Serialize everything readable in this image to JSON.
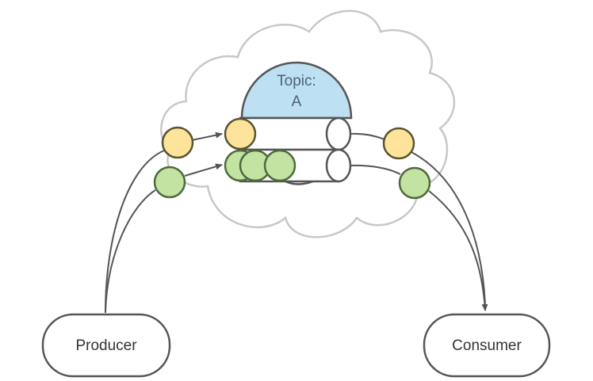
{
  "diagram": {
    "topic": {
      "line1": "Topic:",
      "line2": "A",
      "fill": "#bde0f3",
      "text_color": "#4e6273"
    },
    "producer": {
      "label": "Producer"
    },
    "consumer": {
      "label": "Consumer"
    },
    "colors": {
      "stroke": "#555555",
      "cloud_stroke": "#c8c8c8",
      "message_yellow": "#fde49a",
      "message_yellow_stroke": "#5a5431",
      "message_green": "#c2e3a2",
      "message_green_stroke": "#4e6a3c",
      "partition_fill": "#ffffff"
    },
    "partitions": [
      {
        "id": "partition-0",
        "messages": [
          "yellow"
        ]
      },
      {
        "id": "partition-1",
        "messages": [
          "green",
          "green",
          "green"
        ]
      }
    ],
    "in_flight_produce": [
      "yellow",
      "green"
    ],
    "in_flight_consume": [
      "yellow",
      "green"
    ]
  }
}
